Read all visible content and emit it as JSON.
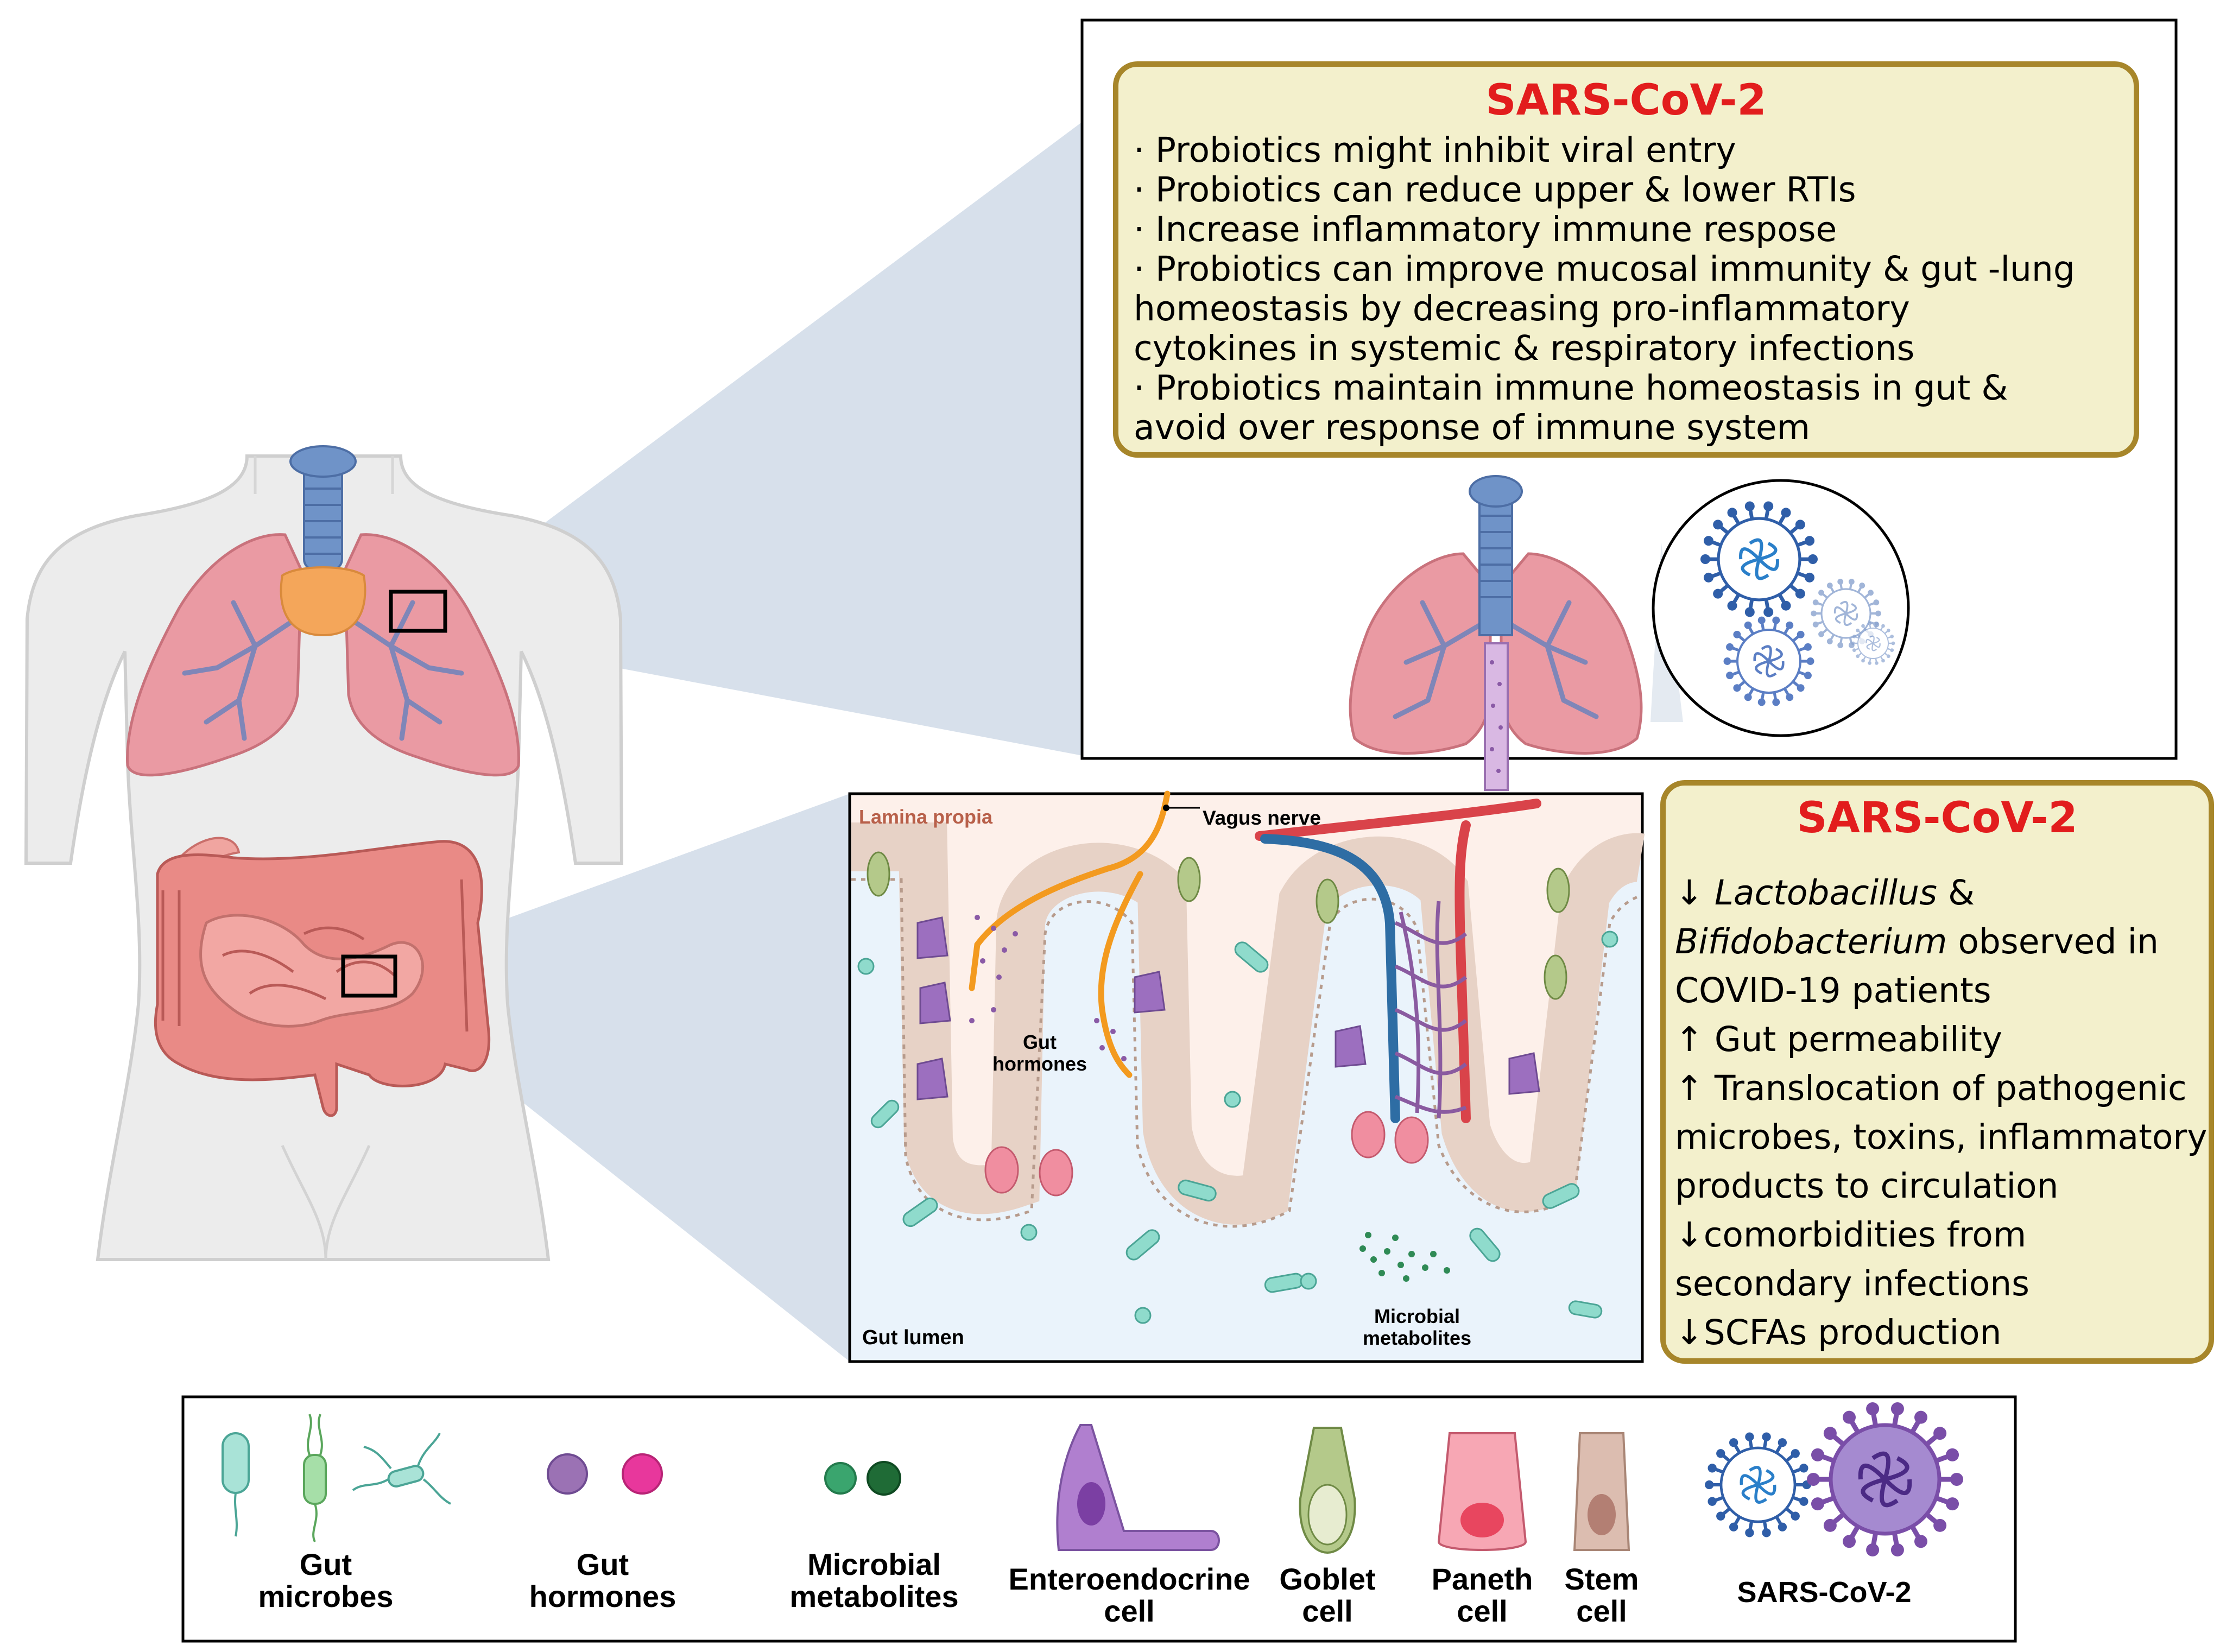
{
  "lung_box": {
    "title": "SARS-CoV-2",
    "lines": [
      "· Probiotics might inhibit viral entry",
      "· Probiotics can reduce upper & lower RTIs",
      "· Increase inflammatory immune respose",
      "· Probiotics can improve mucosal immunity & gut -lung",
      "homeostasis by decreasing pro-inflammatory",
      "cytokines in systemic & respiratory infections",
      "· Probiotics maintain immune homeostasis in gut &",
      "avoid over response of immune system"
    ]
  },
  "gut_box": {
    "title": "SARS-CoV-2",
    "lines": [
      {
        "pre": "↓ ",
        "italic": "Lactobacillus",
        "post": " &"
      },
      {
        "pre": "",
        "italic": "Bifidobacterium",
        "post": " observed in"
      },
      {
        "pre": "COVID-19 patients",
        "italic": "",
        "post": ""
      },
      {
        "pre": "↑ Gut permeability",
        "italic": "",
        "post": ""
      },
      {
        "pre": "↑ Translocation of pathogenic",
        "italic": "",
        "post": ""
      },
      {
        "pre": "microbes, toxins, inflammatory",
        "italic": "",
        "post": ""
      },
      {
        "pre": "products to circulation",
        "italic": "",
        "post": ""
      },
      {
        "pre": "↓comorbidities from",
        "italic": "",
        "post": ""
      },
      {
        "pre": "secondary infections",
        "italic": "",
        "post": ""
      },
      {
        "pre": "↓SCFAs production",
        "italic": "",
        "post": ""
      }
    ]
  },
  "intestine_panel": {
    "lamina_propia": "Lamina propia",
    "vagus_nerve": "Vagus nerve",
    "gut_hormones": "Gut\nhormones",
    "gut_lumen": "Gut lumen",
    "microbial_metabolites": "Microbial\nmetabolites"
  },
  "legend": [
    {
      "key": "gut-microbes",
      "label": "Gut\nmicrobes"
    },
    {
      "key": "gut-hormones",
      "label": "Gut\nhormones"
    },
    {
      "key": "microbial-metabolites",
      "label": "Microbial\nmetabolites"
    },
    {
      "key": "enteroendocrine-cell",
      "label": "Enteroendocrine\ncell"
    },
    {
      "key": "goblet-cell",
      "label": "Goblet\ncell"
    },
    {
      "key": "paneth-cell",
      "label": "Paneth\ncell"
    },
    {
      "key": "stem-cell",
      "label": "Stem\ncell"
    },
    {
      "key": "sars-cov-2",
      "label": "SARS-CoV-2"
    }
  ],
  "colors": {
    "title_red": "#e21d1d",
    "box_fill": "#f3f0cc",
    "box_border": "#a7862a",
    "lung_pink": "#e9939b",
    "trachea_blue": "#6f93c8",
    "intestine_pink": "#e98a86",
    "zoom_shade": "#c9d6e4",
    "nerve_orange": "#f39a1f",
    "vessel_red": "#d9434a",
    "vessel_blue": "#2e6da4"
  }
}
